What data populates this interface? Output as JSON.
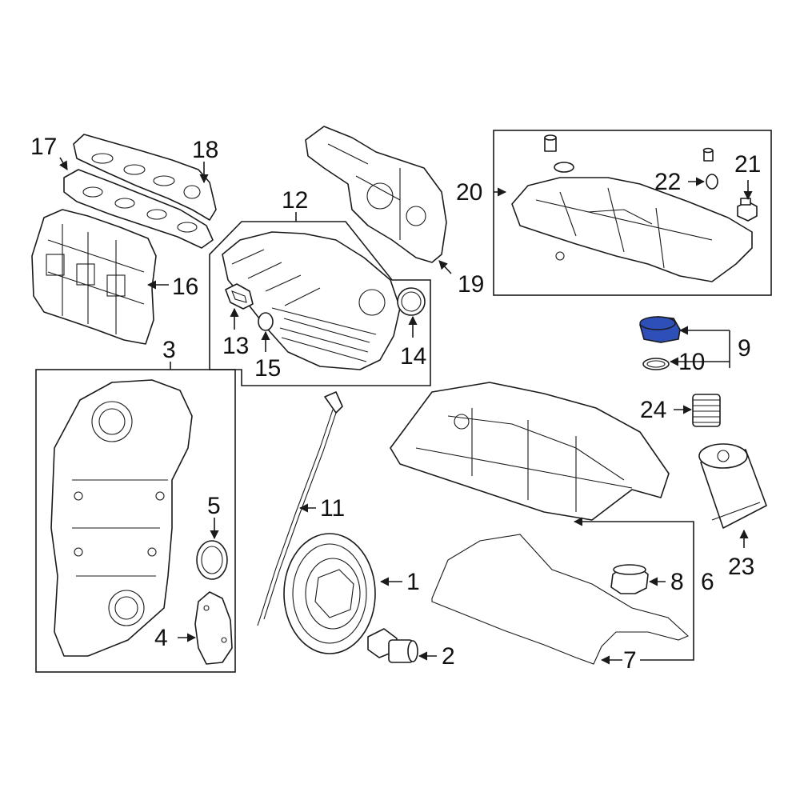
{
  "highlight_color": "#2f4fb8",
  "callouts": {
    "c1": "1",
    "c2": "2",
    "c3": "3",
    "c4": "4",
    "c5": "5",
    "c6": "6",
    "c7": "7",
    "c8": "8",
    "c9": "9",
    "c10": "10",
    "c11": "11",
    "c12": "12",
    "c13": "13",
    "c14": "14",
    "c15": "15",
    "c16": "16",
    "c17": "17",
    "c18": "18",
    "c19": "19",
    "c20": "20",
    "c21": "21",
    "c22": "22",
    "c23": "23",
    "c24": "24"
  }
}
